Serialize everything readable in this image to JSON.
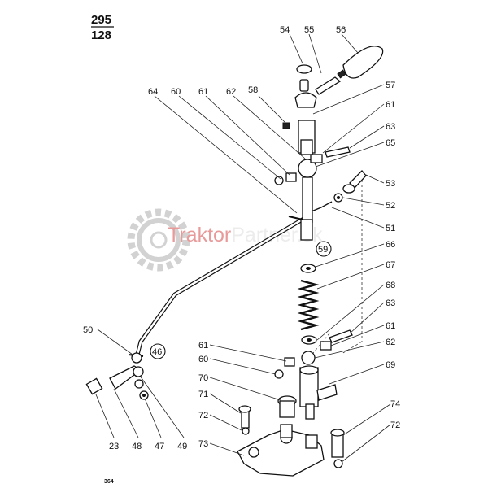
{
  "header": {
    "top": "295",
    "bottom": "128"
  },
  "watermark": {
    "part1": "Traktor",
    "part2": "Partner",
    "part3": ".sk",
    "color_main": "#e8a8a8",
    "color_gear": "#cccccc"
  },
  "circled": [
    {
      "text": "59"
    },
    {
      "text": "46"
    }
  ],
  "labels": [
    {
      "text": "54"
    },
    {
      "text": "55"
    },
    {
      "text": "56"
    },
    {
      "text": "57"
    },
    {
      "text": "64"
    },
    {
      "text": "60"
    },
    {
      "text": "61"
    },
    {
      "text": "62"
    },
    {
      "text": "58"
    },
    {
      "text": "61"
    },
    {
      "text": "63"
    },
    {
      "text": "65"
    },
    {
      "text": "53"
    },
    {
      "text": "52"
    },
    {
      "text": "51"
    },
    {
      "text": "66"
    },
    {
      "text": "67"
    },
    {
      "text": "68"
    },
    {
      "text": "63"
    },
    {
      "text": "61"
    },
    {
      "text": "62"
    },
    {
      "text": "69"
    },
    {
      "text": "50"
    },
    {
      "text": "61"
    },
    {
      "text": "60"
    },
    {
      "text": "70"
    },
    {
      "text": "71"
    },
    {
      "text": "72"
    },
    {
      "text": "73"
    },
    {
      "text": "74"
    },
    {
      "text": "72"
    },
    {
      "text": "23"
    },
    {
      "text": "48"
    },
    {
      "text": "47"
    },
    {
      "text": "49"
    }
  ],
  "footer": {
    "text": "364"
  }
}
